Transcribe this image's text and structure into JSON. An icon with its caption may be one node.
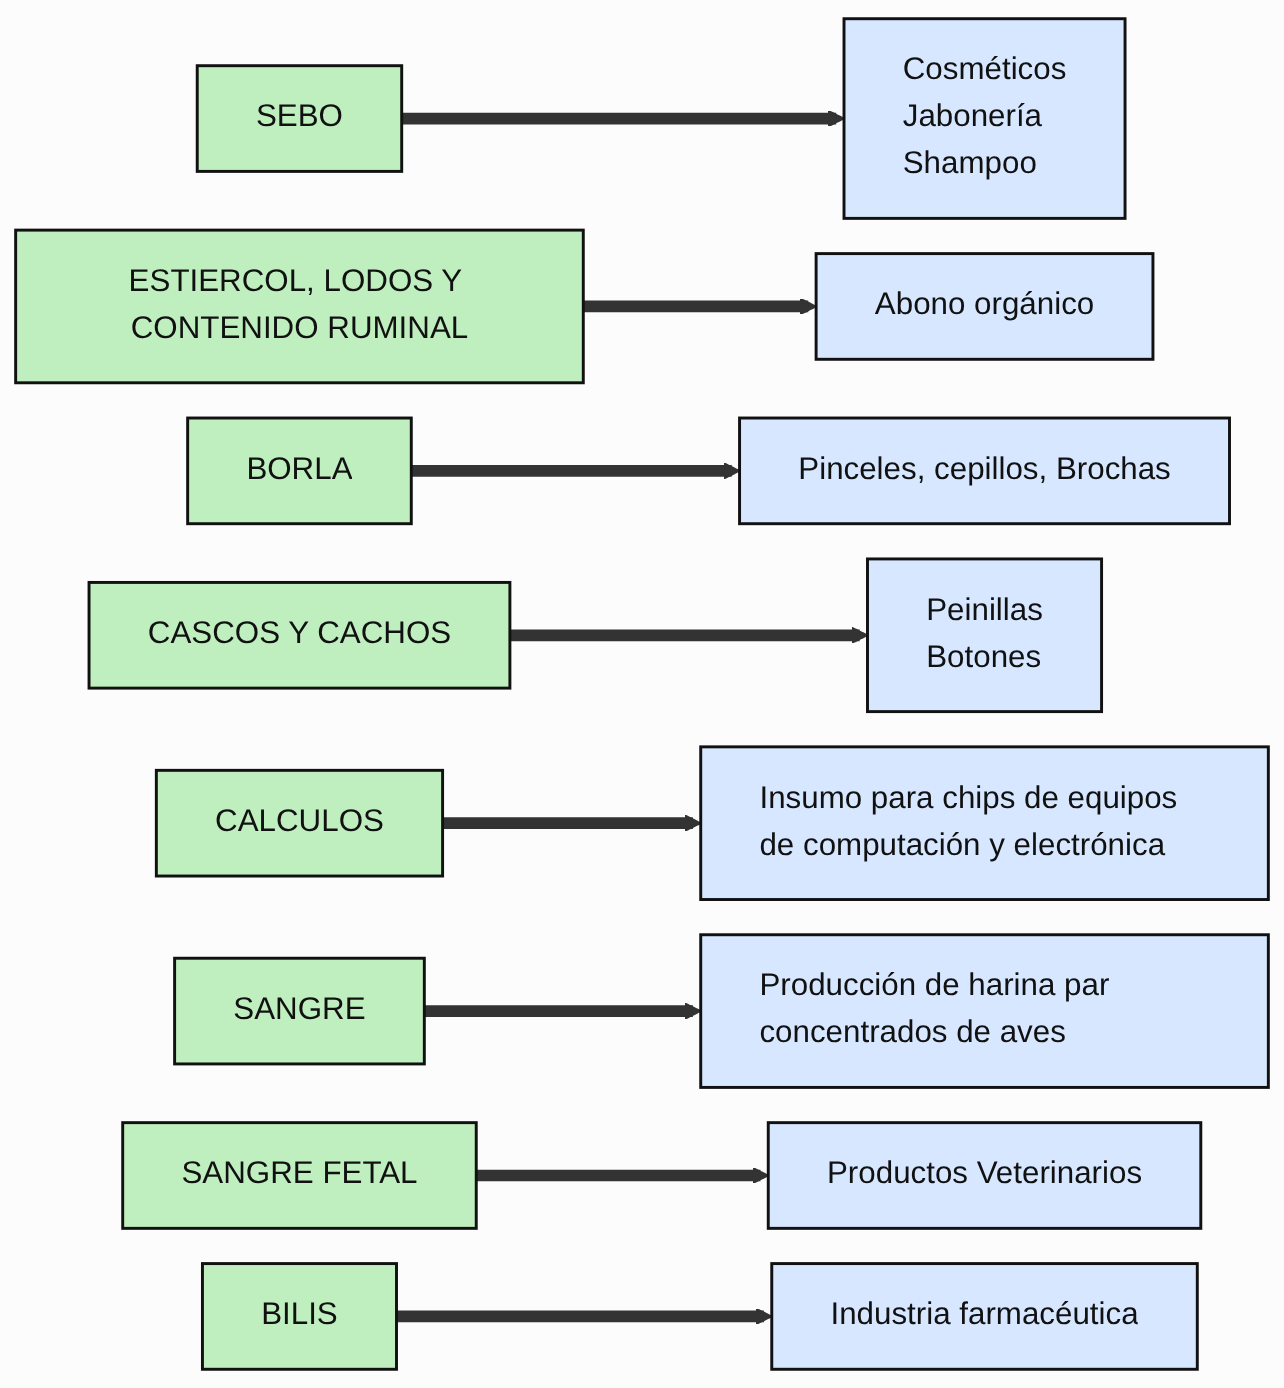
{
  "diagram": {
    "nodes": [
      {
        "text": [
          "SEBO"
        ]
      },
      {
        "text": [
          "Cosméticos",
          "Jabonería",
          "Shampoo"
        ]
      },
      {
        "text": [
          "ESTIERCOL, LODOS Y CONTENIDO RUMINAL"
        ]
      },
      {
        "text": [
          "Abono orgánico"
        ]
      },
      {
        "text": [
          "BORLA"
        ]
      },
      {
        "text": [
          "Pinceles, cepillos, Brochas"
        ]
      },
      {
        "text": [
          "CASCOS Y CACHOS"
        ]
      },
      {
        "text": [
          "Peinillas",
          "Botones"
        ]
      },
      {
        "text": [
          "CALCULOS"
        ]
      },
      {
        "text": [
          "Insumo para chips de equipos de computación y electrónica"
        ]
      },
      {
        "text": [
          "SANGRE"
        ]
      },
      {
        "text": [
          "Producción de harina par concentrados de aves"
        ]
      },
      {
        "text": [
          "SANGRE FETAL"
        ]
      },
      {
        "text": [
          "Productos Veterinarios"
        ]
      },
      {
        "text": [
          "BILIS"
        ]
      },
      {
        "text": [
          "Industria farmacéutica"
        ]
      }
    ],
    "edges": [
      {
        "from": 0,
        "to": 1,
        "arrow": "to"
      },
      {
        "from": 2,
        "to": 3,
        "arrow": "to"
      },
      {
        "from": 4,
        "to": 5,
        "arrow": "to"
      },
      {
        "from": 6,
        "to": 7,
        "arrow": "to"
      },
      {
        "from": 8,
        "to": 9,
        "arrow": "to"
      },
      {
        "from": 10,
        "to": 11,
        "arrow": "to"
      },
      {
        "from": 12,
        "to": 13,
        "arrow": "to"
      },
      {
        "from": 14,
        "to": 15,
        "arrow": "to"
      }
    ]
  }
}
